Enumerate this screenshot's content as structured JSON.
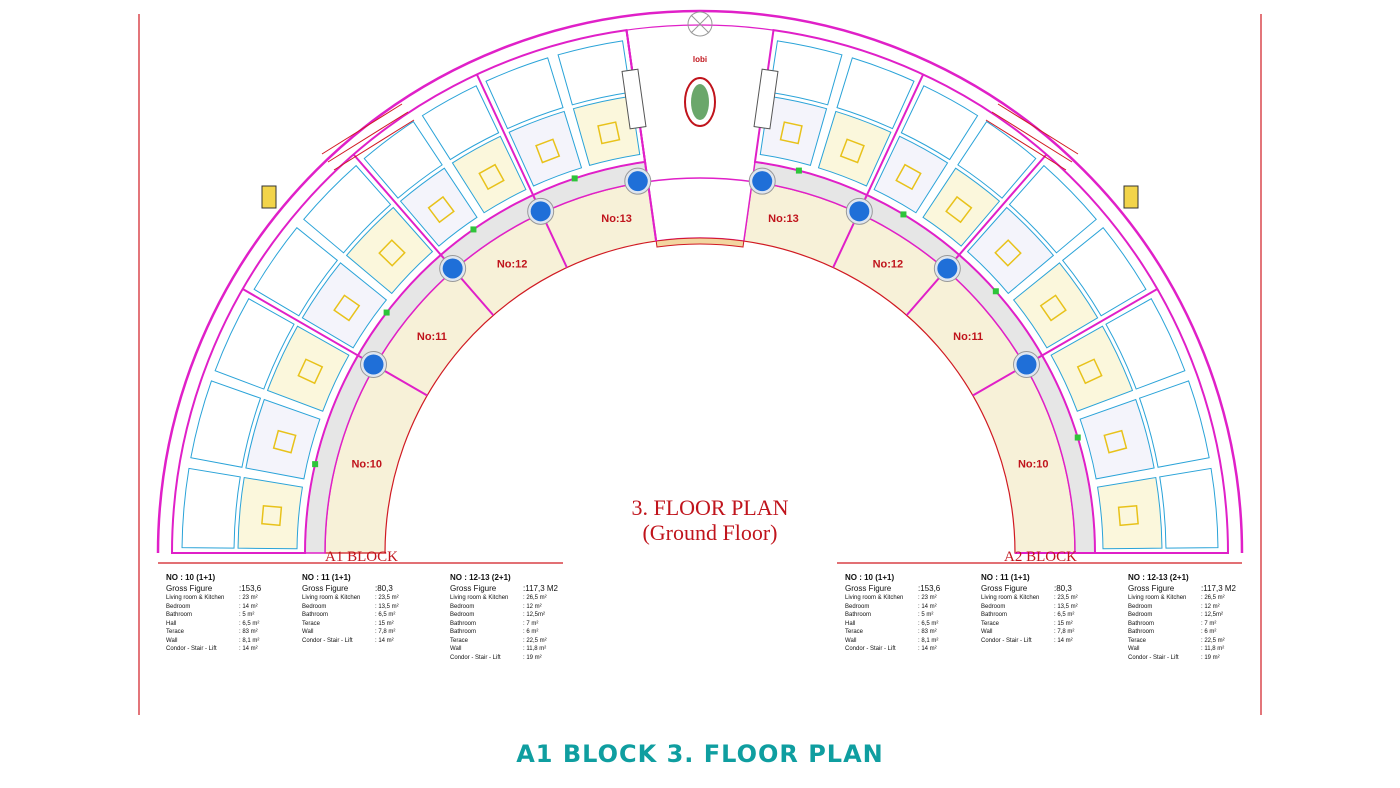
{
  "plan_title": "3. FLOOR PLAN",
  "plan_subtitle": "(Ground Floor)",
  "lobby_label": "lobi",
  "caption": "A1 BLOCK 3. FLOOR PLAN",
  "colors": {
    "wall_magenta": "#e020c8",
    "corridor_fill": "#e6e6e6",
    "terrace_fill": "#f7f1d8",
    "red_line": "#d01a22",
    "pool_blue": "#1f6fd8",
    "caption_teal": "#0f9ea0"
  },
  "unit_labels": {
    "left": [
      "No:10",
      "No:11",
      "No:12",
      "No:13"
    ],
    "right": [
      "No:10",
      "No:11",
      "No:12",
      "No:13"
    ]
  },
  "blocks": [
    {
      "name": "A1 BLOCK",
      "units": [
        {
          "header": "NO : 10  (1+1)",
          "gross": [
            "Gross Figure",
            ":153,6"
          ],
          "rows": [
            [
              "Living room & Kitchen",
              ": 23  m²"
            ],
            [
              "Bedroom",
              ": 14 m²"
            ],
            [
              "Bathroom",
              ": 5 m²"
            ],
            [
              "Hall",
              ": 6,5 m²"
            ],
            [
              "Terace",
              ": 83 m²"
            ],
            [
              "Wall",
              ": 8,1 m²"
            ],
            [
              "Condor - Stair - Lift",
              ": 14 m²"
            ]
          ]
        },
        {
          "header": "NO : 11  (1+1)",
          "gross": [
            "Gross Figure",
            ":80,3"
          ],
          "rows": [
            [
              "Living room & Kitchen",
              ": 23,5  m²"
            ],
            [
              "Bedroom",
              ": 13,5  m²"
            ],
            [
              "Bathroom",
              ": 6,5  m²"
            ],
            [
              "Terace",
              ": 15  m²"
            ],
            [
              "Wall",
              ": 7,8 m²"
            ],
            [
              "Condor - Stair - Lift",
              ": 14 m²"
            ]
          ]
        },
        {
          "header": "NO : 12-13  (2+1)",
          "gross": [
            "Gross Figure",
            ":117,3 M2"
          ],
          "rows": [
            [
              "Living room & Kitchen",
              ": 26,5  m²"
            ],
            [
              "Bedroom",
              ": 12  m²"
            ],
            [
              "Bedroom",
              ": 12,5m²"
            ],
            [
              "Bathroom",
              ": 7  m²"
            ],
            [
              "Bathroom",
              ": 6 m²"
            ],
            [
              "Terace",
              ": 22,5 m²"
            ],
            [
              "Wall",
              ": 11,8 m²"
            ],
            [
              "Condor - Stair - Lift",
              ": 19 m²"
            ]
          ]
        }
      ]
    },
    {
      "name": "A2 BLOCK",
      "units": [
        {
          "header": "NO : 10  (1+1)",
          "gross": [
            "Gross Figure",
            ":153,6"
          ],
          "rows": [
            [
              "Living room & Kitchen",
              ": 23 m²"
            ],
            [
              "Bedroom",
              ": 14 m²"
            ],
            [
              "Bathroom",
              ": 5 m²"
            ],
            [
              "Hall",
              ": 6,5 m²"
            ],
            [
              "Terace",
              ": 83 m²"
            ],
            [
              "Wall",
              ": 8,1 m²"
            ],
            [
              "Condor - Stair - Lift",
              ": 14 m²"
            ]
          ]
        },
        {
          "header": "NO : 11  (1+1)",
          "gross": [
            "Gross Figure",
            ":80,3"
          ],
          "rows": [
            [
              "Living room & Kitchen",
              ": 23,5  m²"
            ],
            [
              "Bedroom",
              ": 13,5  m²"
            ],
            [
              "Bathroom",
              ": 6,5  m²"
            ],
            [
              "Terace",
              ": 15  m²"
            ],
            [
              "Wall",
              ": 7,8 m²"
            ],
            [
              "Condor - Stair - Lift",
              ": 14 m²"
            ]
          ]
        },
        {
          "header": "NO : 12-13  (2+1)",
          "gross": [
            "Gross Figure",
            ":117,3 M2"
          ],
          "rows": [
            [
              "Living room & Kitchen",
              ": 26,5  m²"
            ],
            [
              "Bedroom",
              ": 12  m²"
            ],
            [
              "Bedroom",
              ": 12,5m²"
            ],
            [
              "Bathroom",
              ": 7  m²"
            ],
            [
              "Bathroom",
              ": 6 m²"
            ],
            [
              "Terace",
              ": 22,5 m²"
            ],
            [
              "Wall",
              ": 11,8 m²"
            ],
            [
              "Condor - Stair - Lift",
              ": 19 m²"
            ]
          ]
        }
      ]
    }
  ]
}
